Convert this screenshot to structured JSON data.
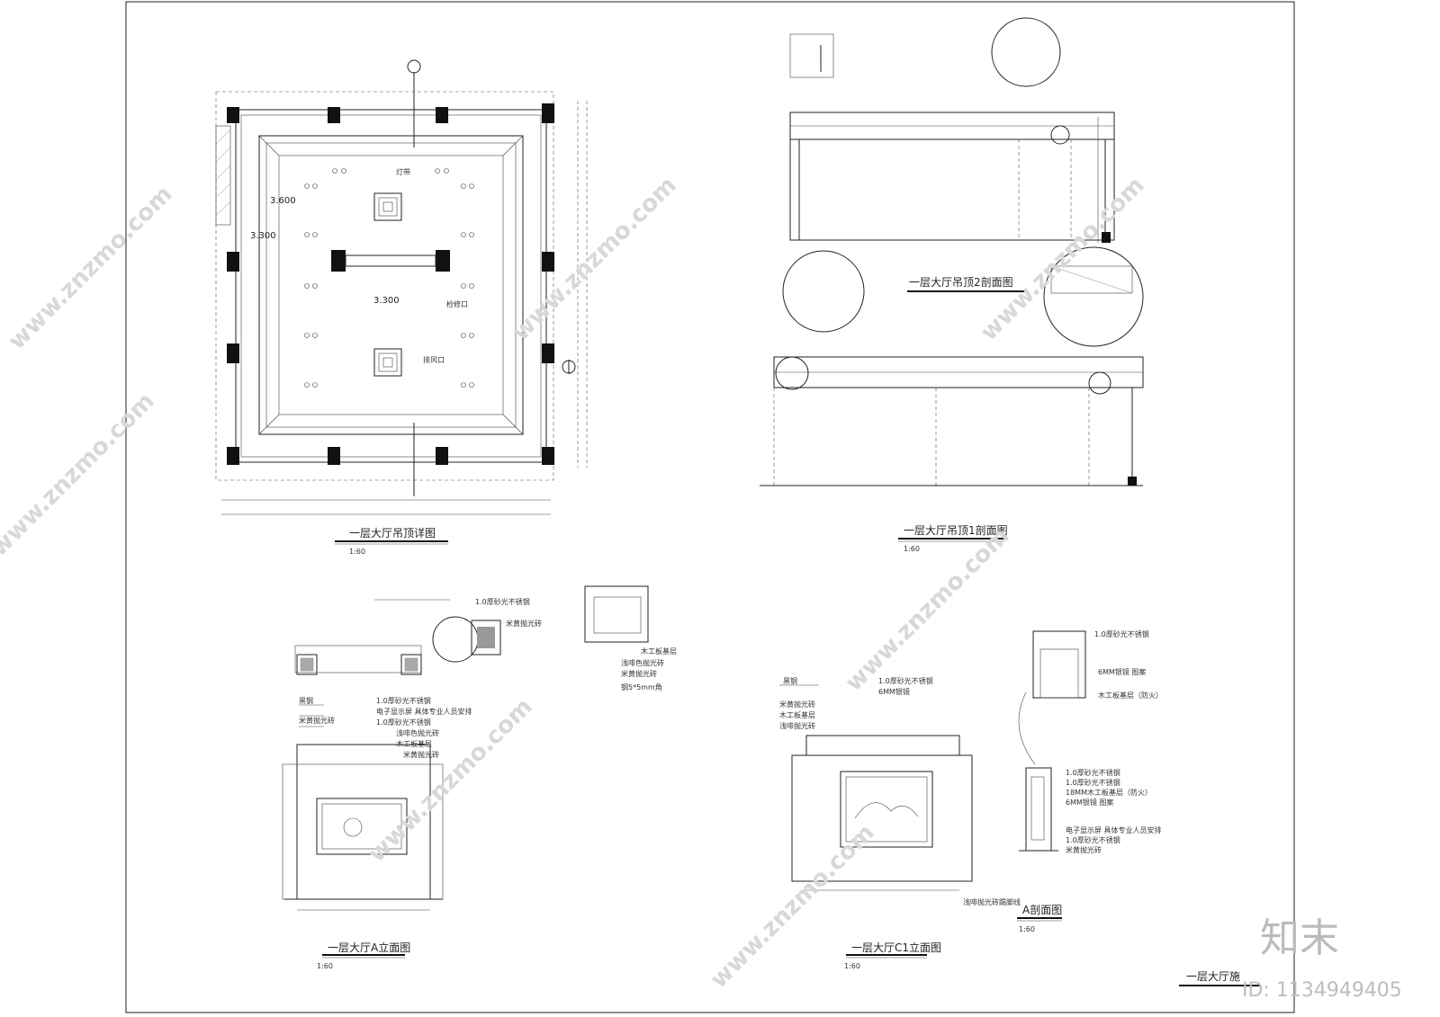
{
  "drawings": {
    "ceiling_plan": {
      "title": "一层大厅吊顶详图",
      "scale": "1:60",
      "height_labels": [
        "3.600",
        "3.300",
        "3.300"
      ],
      "notes": [
        "灯带",
        "排风口",
        "检修口"
      ]
    },
    "section_2": {
      "title": "一层大厅吊顶2剖面图"
    },
    "section_1": {
      "title": "一层大厅吊顶1剖面图",
      "scale": "1:60"
    },
    "elevation_a": {
      "title": "一层大厅A立面图",
      "scale": "1:60",
      "labels": [
        "1.0厚砂光不锈钢",
        "米黄抛光砖",
        "木工板基层",
        "浅啡色抛光砖",
        "米黄抛光砖",
        "钢5*5mm角"
      ],
      "callouts": [
        "黑钢",
        "米黄抛光砖",
        "1.0厚砂光不锈钢",
        "电子显示屏 具体专业人员安排",
        "1.0厚砂光不锈钢",
        "浅啡色抛光砖",
        "木工板基层",
        "米黄抛光砖"
      ]
    },
    "elevation_c1": {
      "title": "一层大厅C1立面图",
      "scale": "1:60",
      "callouts": [
        "黑钢",
        "1.0厚砂光不锈钢",
        "6MM银镜",
        "米黄抛光砖",
        "木工板基层",
        "浅啡抛光砖",
        "浅啡抛光砖踢脚线"
      ]
    },
    "section_a": {
      "title": "A剖面图",
      "scale": "1:60",
      "callouts": [
        "1.0厚砂光不锈钢",
        "6MM银镜 图案",
        "木工板基层（防火）",
        "1.0厚砂光不锈钢",
        "1.0厚砂光不锈钢",
        "18MM木工板基层（防火）",
        "6MM银镜 图案",
        "电子显示屏 具体专业人员安排",
        "1.0厚砂光不锈钢",
        "米黄抛光砖"
      ]
    },
    "partial_title": "一层大厅施"
  },
  "watermark": {
    "site": "www.znzmo.com",
    "brand": "知末",
    "id": "ID: 1134949405"
  }
}
